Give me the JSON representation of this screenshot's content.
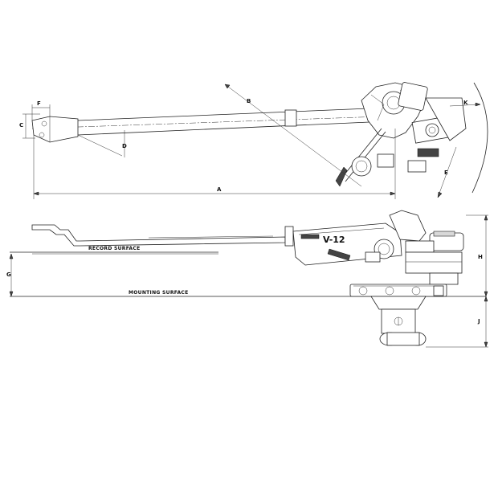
{
  "dimensions": {
    "A": "A",
    "B": "B",
    "C": "C",
    "D": "D",
    "E": "E",
    "F": "F",
    "G": "G",
    "H": "H",
    "J": "J",
    "K": "K"
  },
  "surfaces": {
    "record": "RECORD SURFACE",
    "mounting": "MOUNTING SURFACE"
  },
  "branding": {
    "model": "V-12"
  },
  "colors": {
    "line": "#222222",
    "background": "#ffffff",
    "dark_fill": "#444444",
    "light_fill": "#d8d8d8"
  }
}
